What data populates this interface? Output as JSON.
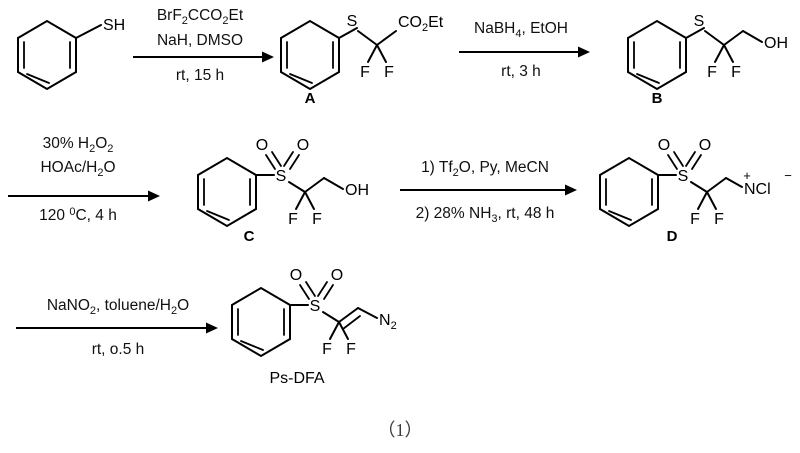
{
  "document": {
    "type": "chemical-reaction-scheme",
    "caption": "（1）"
  },
  "steps": [
    {
      "id": "step-1",
      "reagents_line1": "BrF2CCO2Et",
      "reagents_line2": "NaH, DMSO",
      "conditions": "rt, 15 h",
      "starting_material": "thiophenol",
      "product_label": "A"
    },
    {
      "id": "step-2",
      "reagents_line1": "NaBH4, EtOH",
      "reagents_line2": "",
      "conditions": "rt, 3 h",
      "product_label": "B"
    },
    {
      "id": "step-3",
      "reagents_line1": "30% H2O2",
      "reagents_line2": "HOAc/H2O",
      "conditions": "120 0C, 4 h",
      "product_label": "C"
    },
    {
      "id": "step-4",
      "reagents_line1": "1) Tf2O, Py, MeCN",
      "reagents_line2": "",
      "conditions": "2) 28% NH3, rt, 48 h",
      "product_label": "D"
    },
    {
      "id": "step-5",
      "reagents_line1": "NaNO2, toluene/H2O",
      "reagents_line2": "",
      "conditions": "rt, o.5 h",
      "product_label": "Ps-DFA"
    }
  ],
  "structures": {
    "thiophenol": {
      "name": "thiophenol",
      "group_label": "SH"
    },
    "A": {
      "name": "ethyl 2,2-difluoro-2-(phenylthio)acetate",
      "label": "A",
      "s_label": "S",
      "ester_label": "CO",
      "ester_sub": "2",
      "ester_tail": "Et",
      "f_left": "F",
      "f_right": "F"
    },
    "B": {
      "name": "2,2-difluoro-2-(phenylthio)ethanol",
      "label": "B",
      "s_label": "S",
      "oh_label": "OH",
      "f_left": "F",
      "f_right": "F"
    },
    "C": {
      "name": "2,2-difluoro-2-(phenylsulfonyl)ethanol",
      "label": "C",
      "s_label": "S",
      "o_left": "O",
      "o_right": "O",
      "oh_label": "OH",
      "f_left": "F",
      "f_right": "F"
    },
    "D": {
      "name": "2,2-difluoro-2-(phenylsulfonyl)ethanaminium chloride",
      "label": "D",
      "s_label": "S",
      "o_left": "O",
      "o_right": "O",
      "n_label": "NCl",
      "plus_charge": "+",
      "minus_charge": "−",
      "f_left": "F",
      "f_right": "F"
    },
    "PsDFA": {
      "name": "Ps-DFA",
      "label": "Ps-DFA",
      "s_label": "S",
      "o_left": "O",
      "o_right": "O",
      "diazo_label": "N",
      "diazo_sub": "2",
      "f_left": "F",
      "f_right": "F"
    }
  },
  "colors": {
    "ink": "#000000",
    "caption": "#3a3a3a",
    "background": "#ffffff"
  }
}
